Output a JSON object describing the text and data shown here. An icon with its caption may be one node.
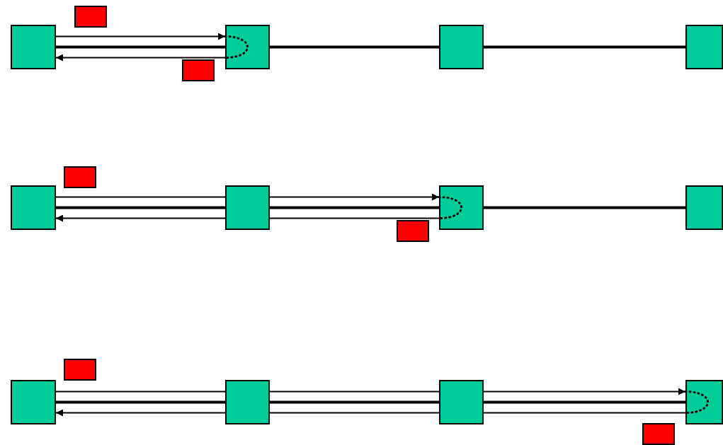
{
  "diagram": {
    "nodes": [
      {
        "text": [],
        "shape": "box"
      },
      {
        "text": [],
        "shape": "box"
      },
      {
        "text": [],
        "shape": "box"
      },
      {
        "text": [],
        "shape": "box"
      },
      {
        "text": [],
        "shape": "box"
      },
      {
        "text": [],
        "shape": "box"
      },
      {
        "text": [],
        "shape": "box"
      },
      {
        "text": [],
        "shape": "box"
      },
      {
        "text": [],
        "shape": "box"
      },
      {
        "text": [],
        "shape": "box"
      },
      {
        "text": [],
        "shape": "box"
      },
      {
        "text": [],
        "shape": "box"
      },
      {
        "text": [],
        "shape": "box"
      },
      {
        "text": [],
        "shape": "box"
      },
      {
        "text": [],
        "shape": "box"
      },
      {
        "text": [],
        "shape": "box"
      },
      {
        "text": [],
        "shape": "box"
      },
      {
        "text": [],
        "shape": "box"
      }
    ],
    "edges": [
      {
        "from": 1,
        "to": 2,
        "arrow": "none",
        "style": "thick"
      },
      {
        "from": 2,
        "to": 3,
        "arrow": "none",
        "style": "thick"
      },
      {
        "from": 3,
        "to": 4,
        "arrow": "none",
        "style": "thick"
      },
      {
        "from": 1,
        "to": 2,
        "arrow": "to"
      },
      {
        "from": 2,
        "to": 1,
        "arrow": "to"
      },
      {
        "from": 7,
        "to": 8,
        "arrow": "none",
        "style": "thick"
      },
      {
        "from": 8,
        "to": 9,
        "arrow": "none",
        "style": "thick"
      },
      {
        "from": 9,
        "to": 10,
        "arrow": "none",
        "style": "thick"
      },
      {
        "from": 7,
        "to": 8,
        "arrow": "none"
      },
      {
        "from": 8,
        "to": 9,
        "arrow": "to"
      },
      {
        "from": 9,
        "to": 8,
        "arrow": "none"
      },
      {
        "from": 8,
        "to": 7,
        "arrow": "to"
      },
      {
        "from": 13,
        "to": 14,
        "arrow": "none",
        "style": "thick"
      },
      {
        "from": 14,
        "to": 15,
        "arrow": "none",
        "style": "thick"
      },
      {
        "from": 15,
        "to": 16,
        "arrow": "none",
        "style": "thick"
      },
      {
        "from": 13,
        "to": 14,
        "arrow": "none"
      },
      {
        "from": 14,
        "to": 15,
        "arrow": "none"
      },
      {
        "from": 15,
        "to": 16,
        "arrow": "to"
      },
      {
        "from": 16,
        "to": 15,
        "arrow": "none"
      },
      {
        "from": 15,
        "to": 14,
        "arrow": "none"
      },
      {
        "from": 14,
        "to": 13,
        "arrow": "to"
      }
    ]
  }
}
